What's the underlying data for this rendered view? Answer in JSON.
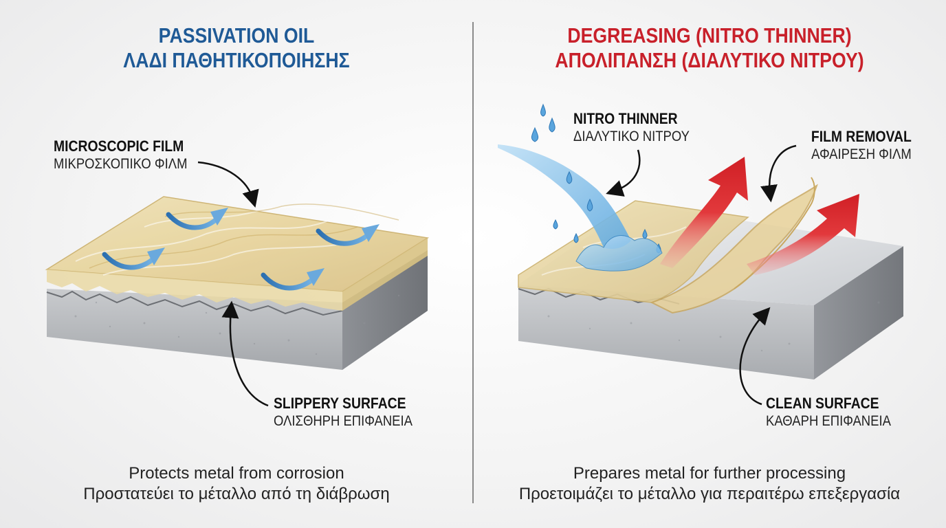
{
  "left": {
    "title_line1": "PASSIVATION OIL",
    "title_line2": "ΛΑΔΙ ΠΑΘΗΤΙΚΟΠΟΙΗΣΗΣ",
    "film_label_en": "MICROSCOPIC FILM",
    "film_label_gr": "ΜΙΚΡΟΣΚΟΠΙΚΟ ΦΙΛΜ",
    "surface_label_en": "SLIPPERY SURFACE",
    "surface_label_gr": "ΟΛΙΣΘΗΡΗ ΕΠΙΦΑΝΕΙΑ",
    "caption_en": "Protects metal from corrosion",
    "caption_gr": "Προστατεύει το μέταλλο από τη διάβρωση"
  },
  "right": {
    "title_line1": "DEGREASING (NITRO THINNER)",
    "title_line2": "ΑΠΟΛΙΠΑΝΣΗ (ΔΙΑΛΥΤΙΚΟ ΝΙΤΡΟΥ)",
    "thinner_label_en": "NITRO THINNER",
    "thinner_label_gr": "ΔΙΑΛΥΤΙΚΟ ΝΙΤΡΟΥ",
    "removal_label_en": "FILM REMOVAL",
    "removal_label_gr": "ΑΦΑΙΡΕΣΗ ΦΙΛΜ",
    "surface_label_en": "CLEAN SURFACE",
    "surface_label_gr": "ΚΑΘΑΡΗ ΕΠΙΦΑΝΕΙΑ",
    "caption_en": "Prepares metal for further processing",
    "caption_gr": "Προετοιμάζει το μέταλλο για περαιτέρω επεξεργασία"
  },
  "colors": {
    "left_title": "#1f5a96",
    "right_title": "#c8202a",
    "oil_film": "#e8d7a0",
    "water": "#6fb6e6",
    "removal_arrow": "#d9262b",
    "metal": "#b9bcc0"
  }
}
